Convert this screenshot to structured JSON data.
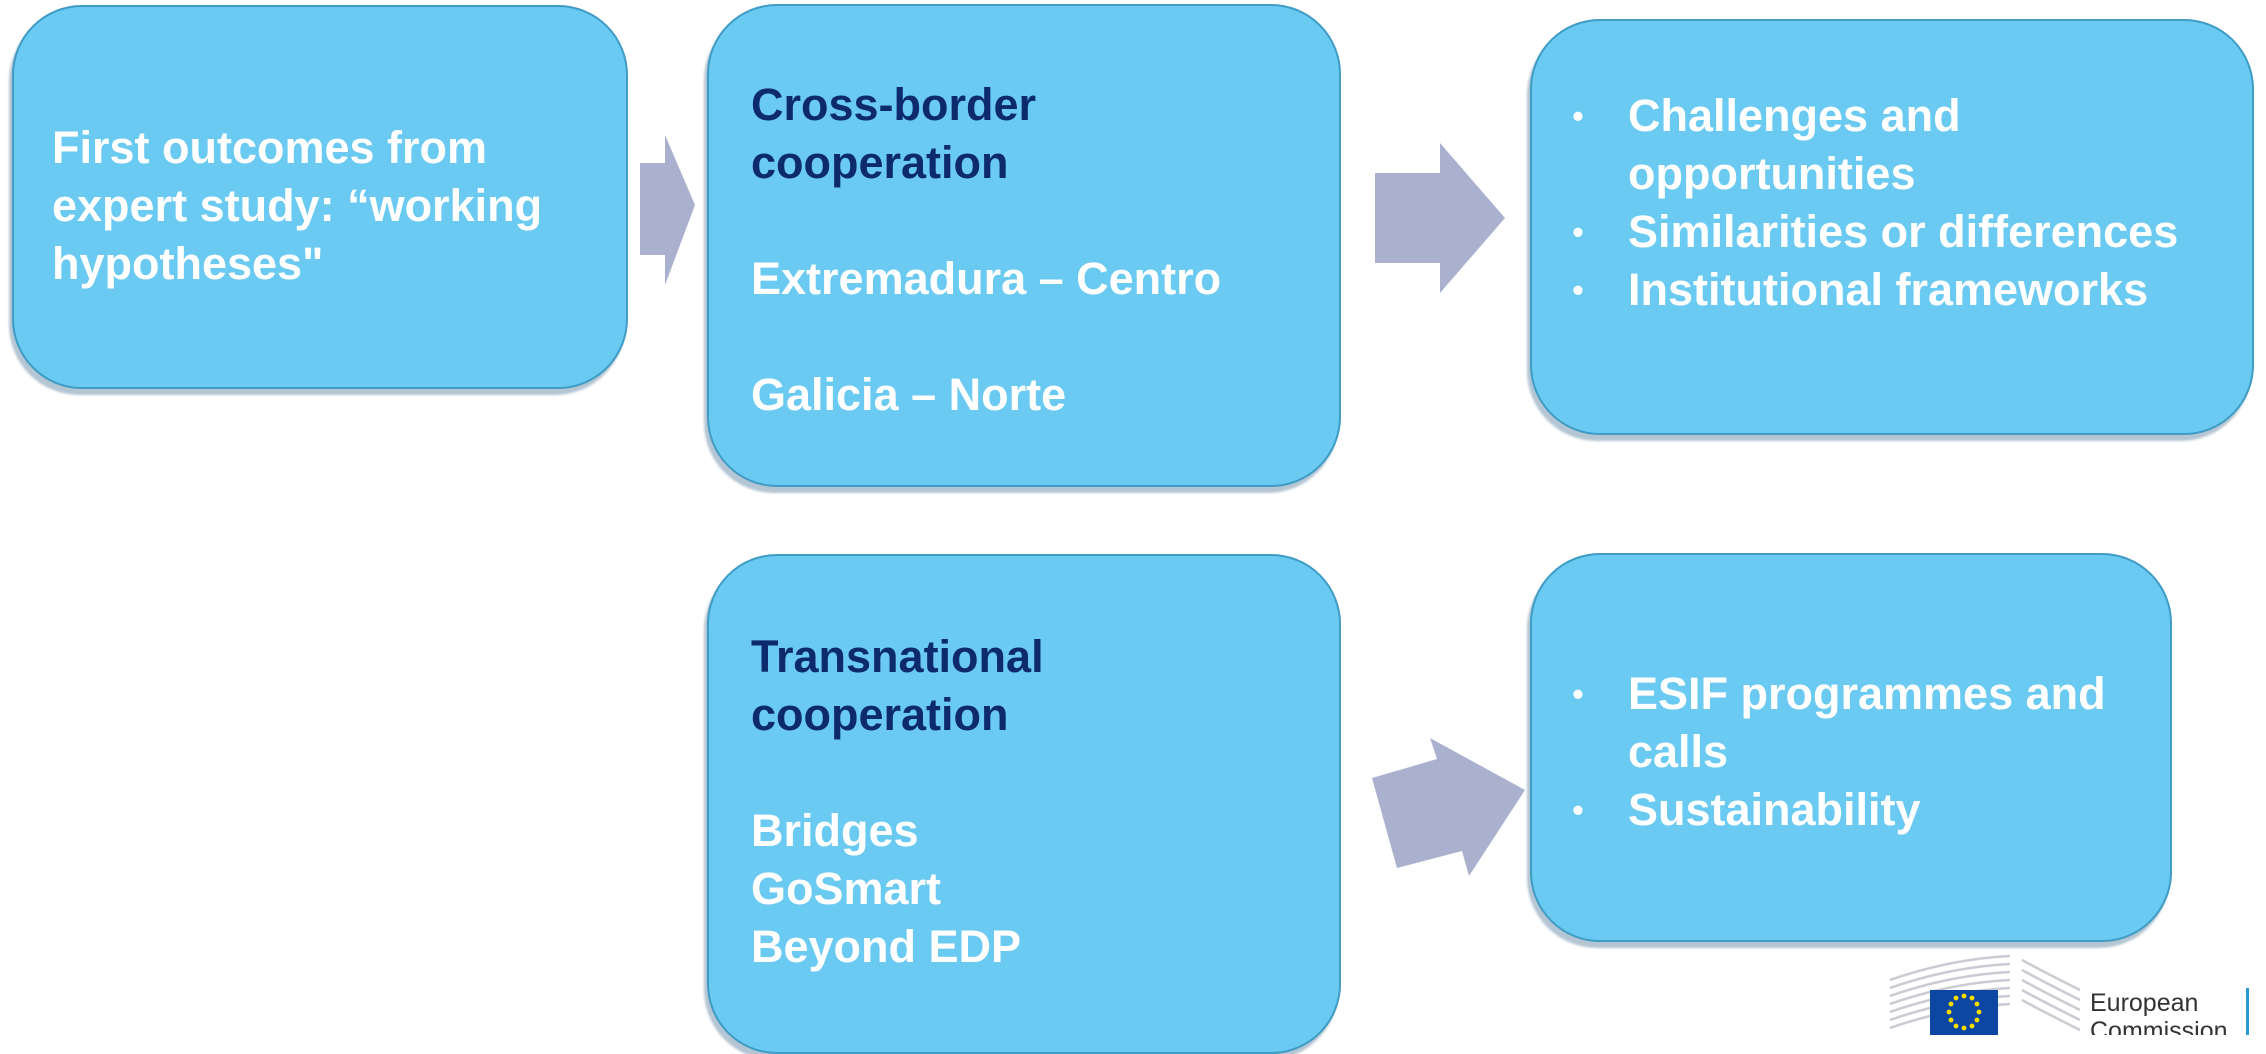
{
  "diagram": {
    "box1": {
      "text_lines": [
        "First outcomes from",
        "expert study: “working",
        "hypotheses\""
      ]
    },
    "box2": {
      "heading_lines": [
        "Cross-border",
        "cooperation"
      ],
      "items": [
        "Extremadura – Centro",
        "Galicia – Norte"
      ]
    },
    "box3": {
      "bullets": [
        "Challenges and opportunities",
        "Similarities or differences",
        "Institutional frameworks"
      ]
    },
    "box4": {
      "heading_lines": [
        "Transnational",
        "cooperation"
      ],
      "items": [
        "Bridges",
        "GoSmart",
        "Beyond EDP"
      ]
    },
    "box5": {
      "bullets": [
        "ESIF programmes and calls",
        "Sustainability"
      ]
    }
  },
  "logo": {
    "name_line1": "European",
    "name_line2": "Commission"
  },
  "colors": {
    "box_fill": "#6acaf2",
    "box_border": "#3f9cc4",
    "heading_text": "#0d2a6c",
    "body_text": "#ffffff",
    "arrow_fill": "#a9b1cf",
    "eu_flag_blue": "#0e47a3",
    "eu_star_yellow": "#ffde00"
  },
  "icons": {
    "arrows": "block-arrow-right",
    "logo": "eu-commission-building-logo"
  }
}
